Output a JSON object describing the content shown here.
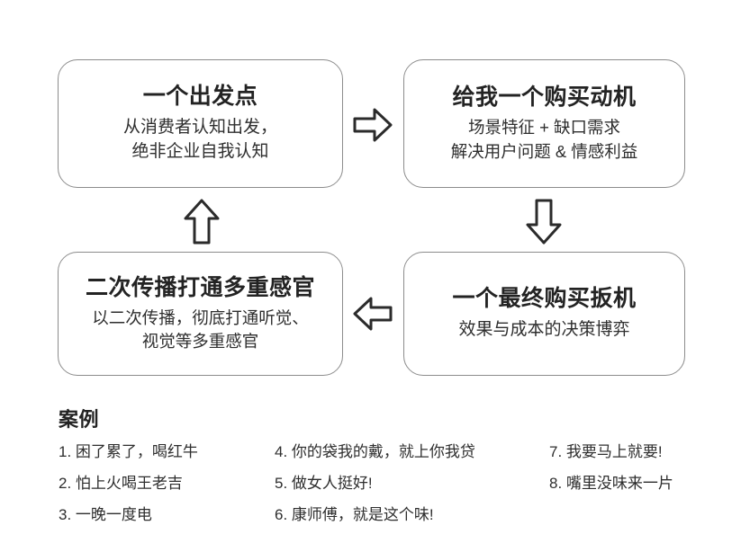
{
  "diagram": {
    "boxes": [
      {
        "id": "origin",
        "title": "一个出发点",
        "lines": [
          "从消费者认知出发，",
          "绝非企业自我认知"
        ]
      },
      {
        "id": "motive",
        "title": "给我一个购买动机",
        "lines": [
          "场景特征 + 缺口需求",
          "解决用户问题 & 情感利益"
        ]
      },
      {
        "id": "secondary",
        "title": "二次传播打通多重感官",
        "lines": [
          "以二次传播，彻底打通听觉、",
          "视觉等多重感官"
        ]
      },
      {
        "id": "trigger",
        "title": "一个最终购买扳机",
        "lines": [
          "效果与成本的决策博弈"
        ]
      }
    ],
    "arrows": [
      {
        "id": "right",
        "direction": "right",
        "from": "origin",
        "to": "motive"
      },
      {
        "id": "down",
        "direction": "down",
        "from": "motive",
        "to": "trigger"
      },
      {
        "id": "left",
        "direction": "left",
        "from": "trigger",
        "to": "secondary"
      },
      {
        "id": "up",
        "direction": "up",
        "from": "secondary",
        "to": "origin"
      }
    ]
  },
  "cases": {
    "heading": "案例",
    "columns": [
      {
        "items": [
          "1. 困了累了，喝红牛",
          "2. 怕上火喝王老吉",
          "3. 一晚一度电"
        ]
      },
      {
        "items": [
          "4. 你的袋我的戴，就上你我贷",
          "5. 做女人挺好!",
          "6. 康师傅，就是这个味!"
        ]
      },
      {
        "items": [
          "7. 我要马上就要!",
          "8. 嘴里没味来一片"
        ]
      }
    ]
  },
  "colors": {
    "background": "#ffffff",
    "box_border": "#8c8c8c",
    "title_text": "#232323",
    "body_text": "#2e2e2e",
    "arrow_stroke": "#2b2b2b",
    "arrow_fill": "#ffffff"
  }
}
